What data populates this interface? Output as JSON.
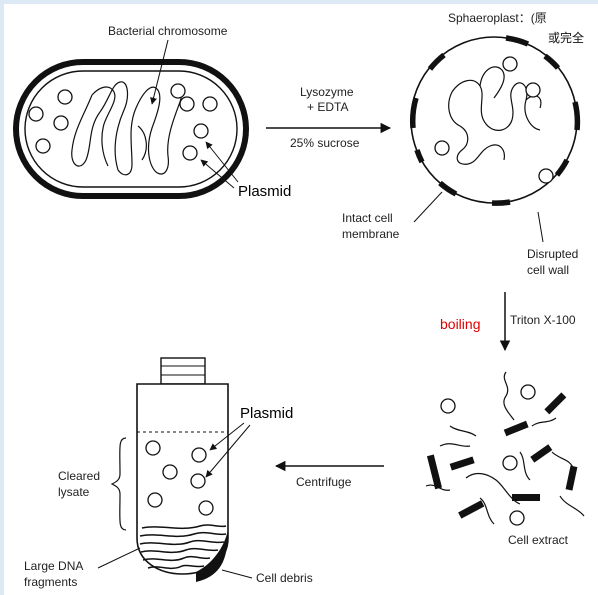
{
  "labels": {
    "bacterial_chromosome": "Bacterial chromosome",
    "plasmid_top": "Plasmid",
    "lysozyme": "Lysozyme",
    "edta": "+ EDTA",
    "sucrose": "25% sucrose",
    "spheroplast": "Sphaeroplast：(原",
    "cjk_line2": "或完全",
    "intact_cell": "Intact cell",
    "membrane": "membrane",
    "disrupted": "Disrupted",
    "cell_wall": "cell wall",
    "boiling": "boiling",
    "triton": "Triton X-100",
    "plasmid_tube": "Plasmid",
    "cleared": "Cleared",
    "lysate": "lysate",
    "centrifuge": "Centrifuge",
    "large_dna": "Large DNA",
    "fragments": "fragments",
    "cell_debris": "Cell debris",
    "cell_extract": "Cell extract"
  },
  "colors": {
    "ink": "#111111",
    "highlight": "#e00000",
    "background": "#ffffff",
    "frame": "#dde9f5"
  }
}
